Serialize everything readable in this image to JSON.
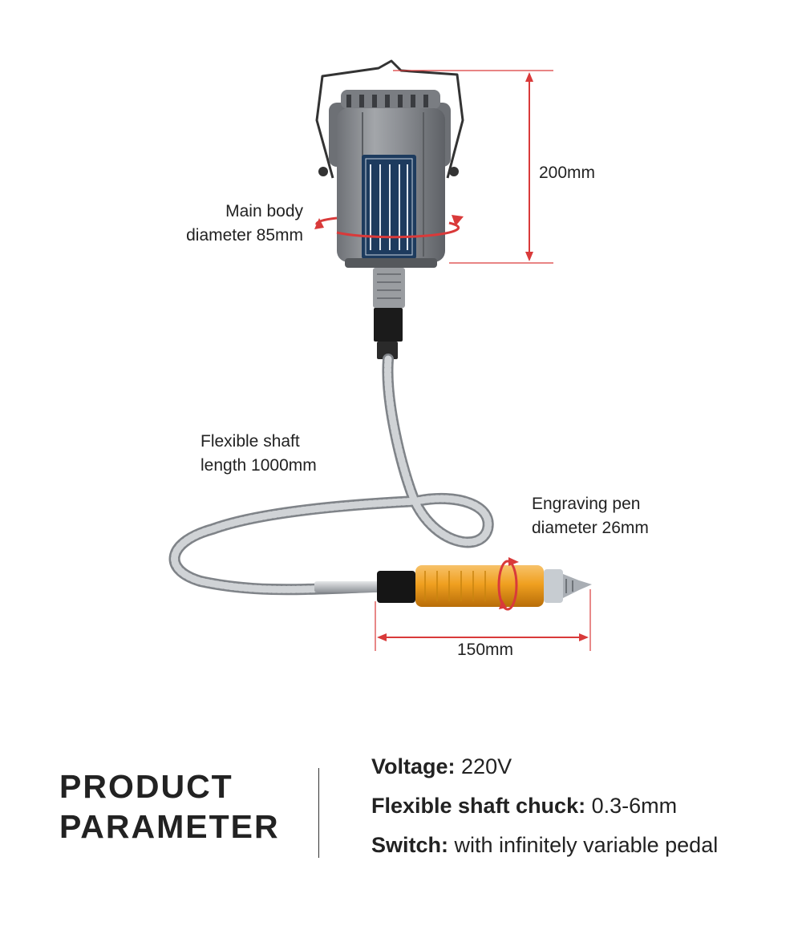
{
  "annotations": {
    "main_body": [
      "Main body",
      "diameter 85mm"
    ],
    "height": "200mm",
    "flexible_shaft": [
      "Flexible shaft",
      "length 1000mm"
    ],
    "engraving_pen": [
      "Engraving pen",
      "diameter 26mm"
    ],
    "pen_length": "150mm"
  },
  "section_title": [
    "PRODUCT",
    "PARAMETER"
  ],
  "specs": [
    {
      "key": "Voltage:",
      "value": "220V"
    },
    {
      "key": "Flexible shaft chuck:",
      "value": "0.3-6mm"
    },
    {
      "key": "Switch:",
      "value": "with infinitely variable pedal"
    }
  ],
  "colors": {
    "dimension_line": "#d93a3a",
    "motor_body": "#8a8d92",
    "pen_body": "#f0a020",
    "shaft": "#b8bcc0"
  }
}
